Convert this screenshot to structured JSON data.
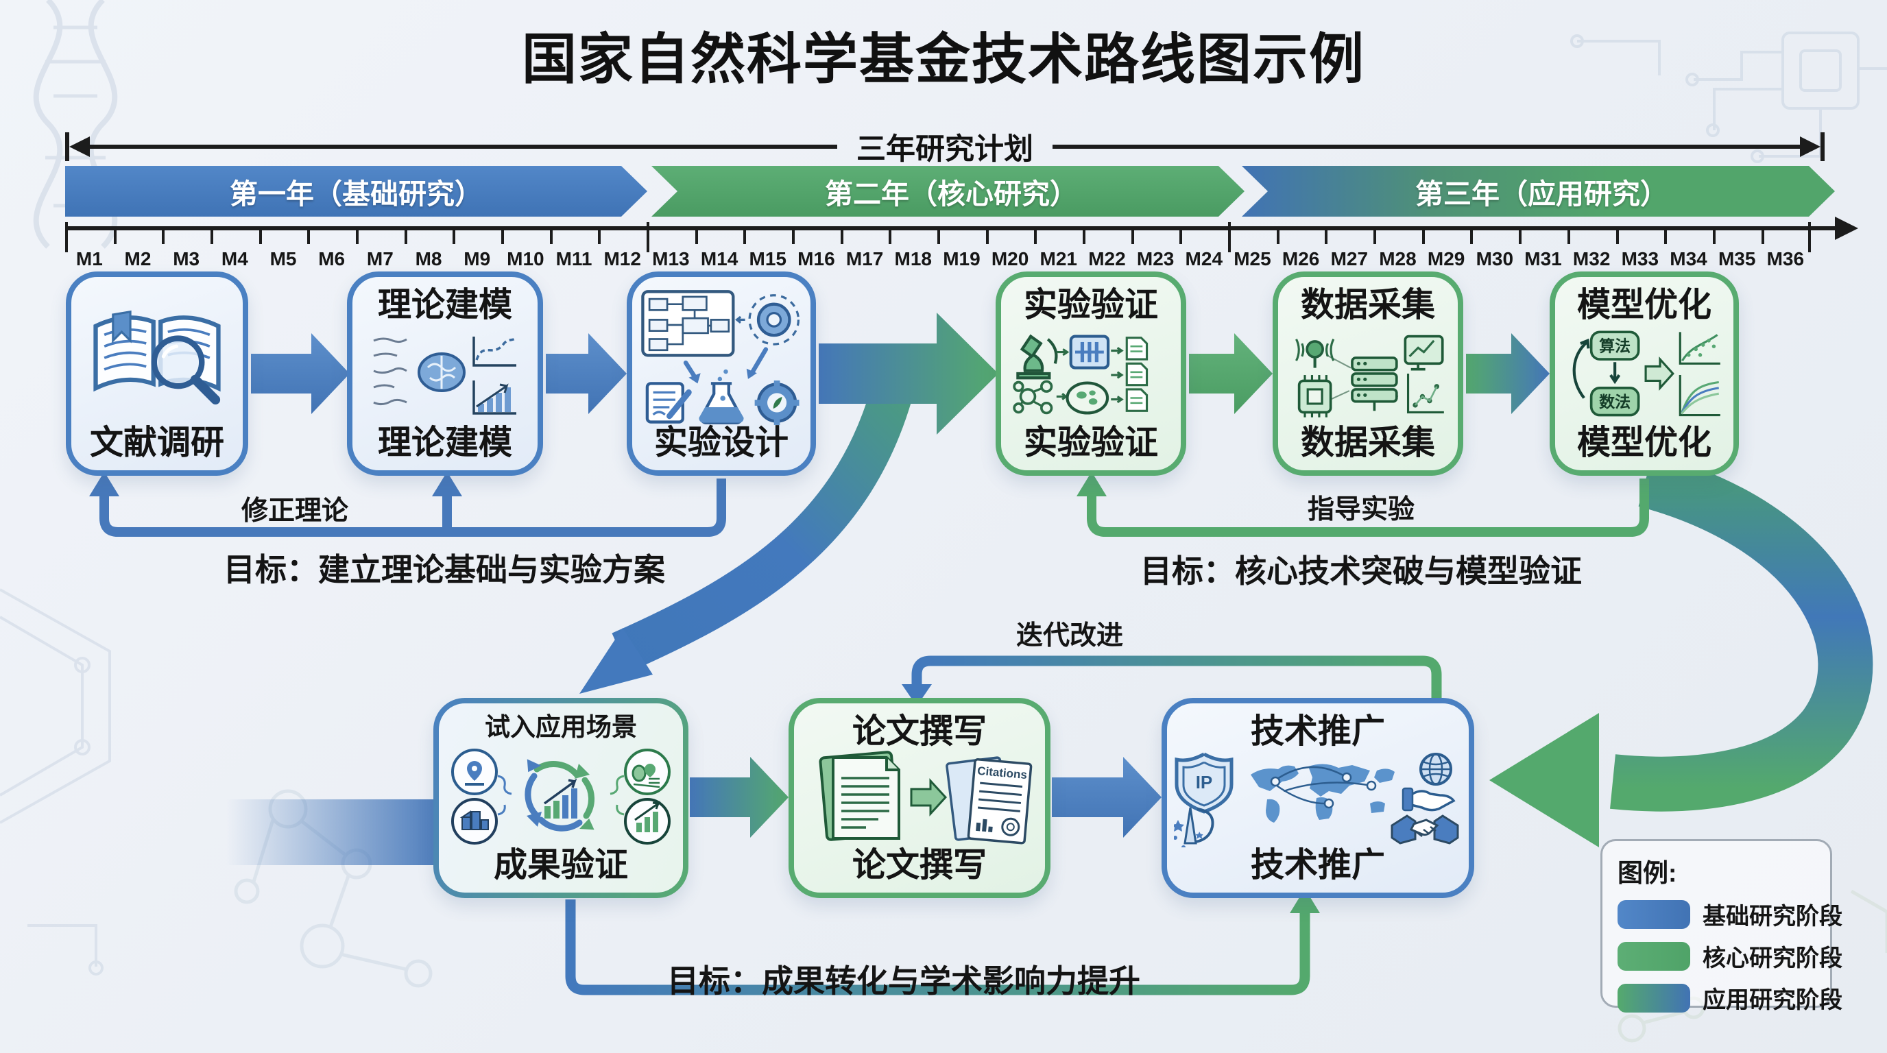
{
  "title": "国家自然科学基金技术路线图示例",
  "timeline": {
    "plan_label": "三年研究计划",
    "phases": [
      {
        "label": "第一年（基础研究）"
      },
      {
        "label": "第二年（核心研究）"
      },
      {
        "label": "第三年（应用研究）"
      }
    ],
    "months": [
      "M1",
      "M2",
      "M3",
      "M4",
      "M5",
      "M6",
      "M7",
      "M8",
      "M9",
      "M10",
      "M11",
      "M12",
      "M13",
      "M14",
      "M15",
      "M16",
      "M17",
      "M18",
      "M19",
      "M20",
      "M21",
      "M22",
      "M23",
      "M24",
      "M25",
      "M26",
      "M27",
      "M28",
      "M29",
      "M30",
      "M31",
      "M32",
      "M33",
      "M34",
      "M35",
      "M36"
    ]
  },
  "stages": {
    "literature": {
      "label": "文献调研"
    },
    "modeling": {
      "top_label": "理论建模",
      "label": "理论建模"
    },
    "design": {
      "label": "实验设计"
    },
    "validation": {
      "top_label": "实验验证",
      "label": "实验验证"
    },
    "collection": {
      "top_label": "数据采集",
      "label": "数据采集"
    },
    "optimization": {
      "top_label": "模型优化",
      "label": "模型优化",
      "algo_label": "算法",
      "method_label": "数法"
    },
    "results": {
      "top_label": "试入应用场景",
      "label": "成果验证"
    },
    "paper": {
      "top_label": "论文撰写",
      "label": "论文撰写",
      "citations_label": "Citations"
    },
    "promotion": {
      "top_label": "技术推广",
      "label": "技术推广",
      "ip_label": "IP"
    }
  },
  "annotations": {
    "feedback_left": "修正理论",
    "goal_phase1": "目标：建立理论基础与实验方案",
    "feedback_right": "指导实验",
    "goal_phase2": "目标：核心技术突破与模型验证",
    "iteration": "迭代改进",
    "goal_phase3": "目标：成果转化与学术影响力提升"
  },
  "legend": {
    "title": "图例:",
    "items": [
      {
        "label": "基础研究阶段",
        "swatch": "blue"
      },
      {
        "label": "核心研究阶段",
        "swatch": "green"
      },
      {
        "label": "应用研究阶段",
        "swatch": "gradient"
      }
    ]
  },
  "colors": {
    "blue": "#4577b9",
    "green": "#55a96d",
    "text": "#141414"
  }
}
